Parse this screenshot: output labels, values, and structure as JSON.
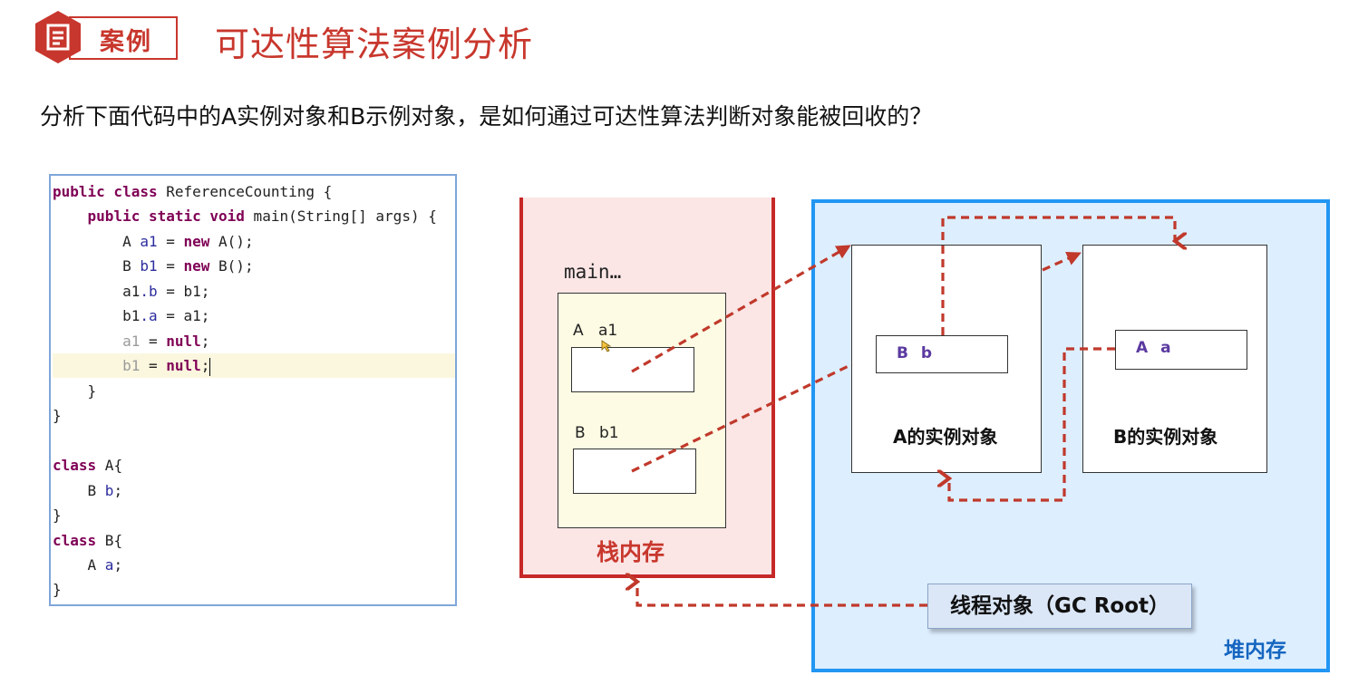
{
  "header": {
    "badge_label": "案例",
    "title": "可达性算法案例分析",
    "accent_color": "#c8372d",
    "badge_icon": "document-icon"
  },
  "question": "分析下面代码中的A实例对象和B示例对象，是如何通过可达性算法判断对象能被回收的？",
  "code": {
    "line1_kw": "public class",
    "line1_rest": " ReferenceCounting {",
    "line2_kw": "public static void",
    "line2_rest": " main(String[] args) {",
    "line3_type": "A ",
    "line3_var": "a1",
    "line3_eq": " = ",
    "line3_new": "new",
    "line3_rest": " A();",
    "line4_type": "B ",
    "line4_var": "b1",
    "line4_eq": " = ",
    "line4_new": "new",
    "line4_rest": " B();",
    "line5_var": "a1",
    "line5_fld": ".b",
    "line5_rest": " = b1;",
    "line6_var": "b1",
    "line6_fld": ".a",
    "line6_rest": " = a1;",
    "line7_var": "a1",
    "line7_eq": " = ",
    "line7_null": "null",
    "line7_semi": ";",
    "line8_var": "b1",
    "line8_eq": " = ",
    "line8_null": "null",
    "line8_semi": ";",
    "line9": "}",
    "line10": "}",
    "line11_kw": "class",
    "line11_rest": " A{",
    "line12_type": "B ",
    "line12_fld": "b",
    "line12_semi": ";",
    "line13": "}",
    "line14_kw": "class",
    "line14_rest": " B{",
    "line15_type": "A ",
    "line15_fld": "a",
    "line15_semi": ";",
    "line16": "}"
  },
  "diagram": {
    "stack_frame_label": "main…",
    "var_a_type": "A",
    "var_a_name": "a1",
    "var_b_type": "B",
    "var_b_name": "b1",
    "stack_label": "栈内存",
    "obj_a_field": "B b",
    "obj_b_field": "A a",
    "obj_a_label": "A的实例对象",
    "obj_b_label": "B的实例对象",
    "gc_root_label": "线程对象（GC Root）",
    "heap_label": "堆内存",
    "stack_color": "#c62828",
    "heap_color": "#2196f3",
    "arrow_color": "#c0392b"
  }
}
